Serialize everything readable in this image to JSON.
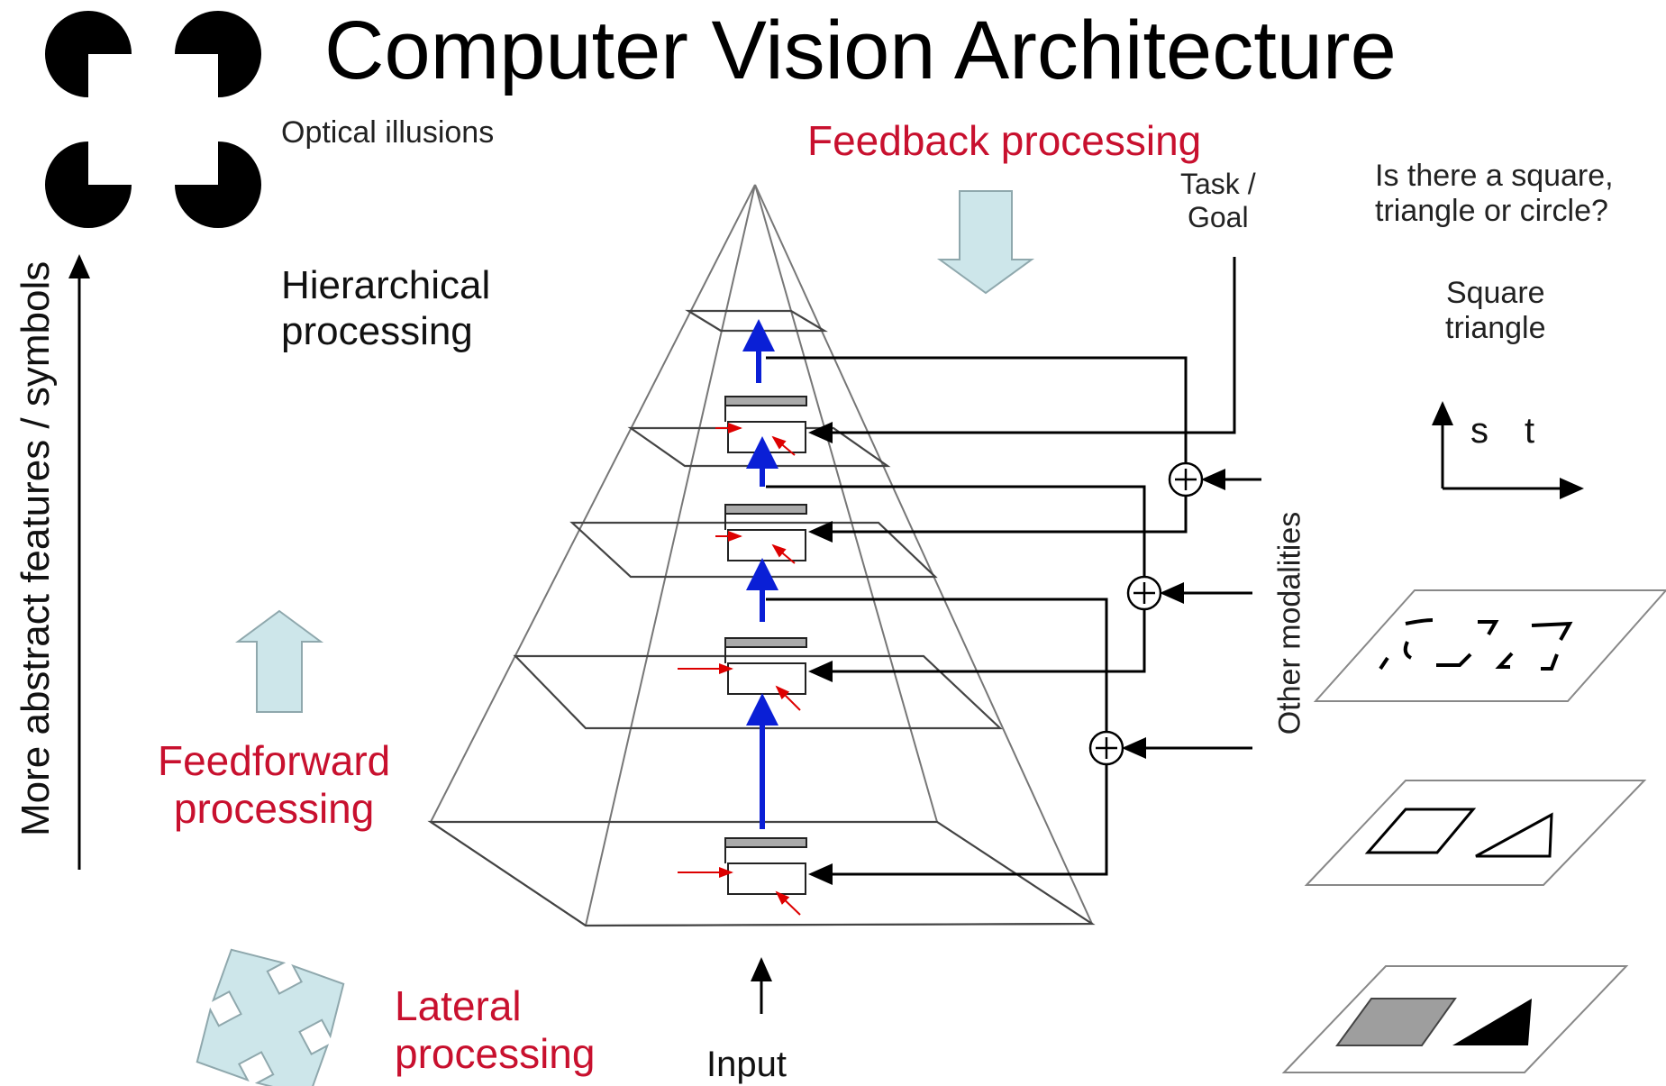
{
  "title": "Computer Vision Architecture",
  "labels": {
    "optical_illusions": "Optical illusions",
    "hierarchical_processing": "Hierarchical\nprocessing",
    "feedback_processing": "Feedback processing",
    "task_goal": "Task /\nGoal",
    "question": "Is there a square,\ntriangle or circle?",
    "answer": "Square\ntriangle",
    "axis_s": "s",
    "axis_t": "t",
    "other_modalities": "Other modalities",
    "more_abstract": "More abstract features / symbols",
    "feedforward_processing": "Feedforward\nprocessing",
    "lateral_processing": "Lateral\nprocessing",
    "input": "Input"
  },
  "colors": {
    "accent_red": "#c8102e",
    "feedforward_blue": "#0a1fd6",
    "arrow_fill": "#cde6ea",
    "line": "#000000"
  }
}
